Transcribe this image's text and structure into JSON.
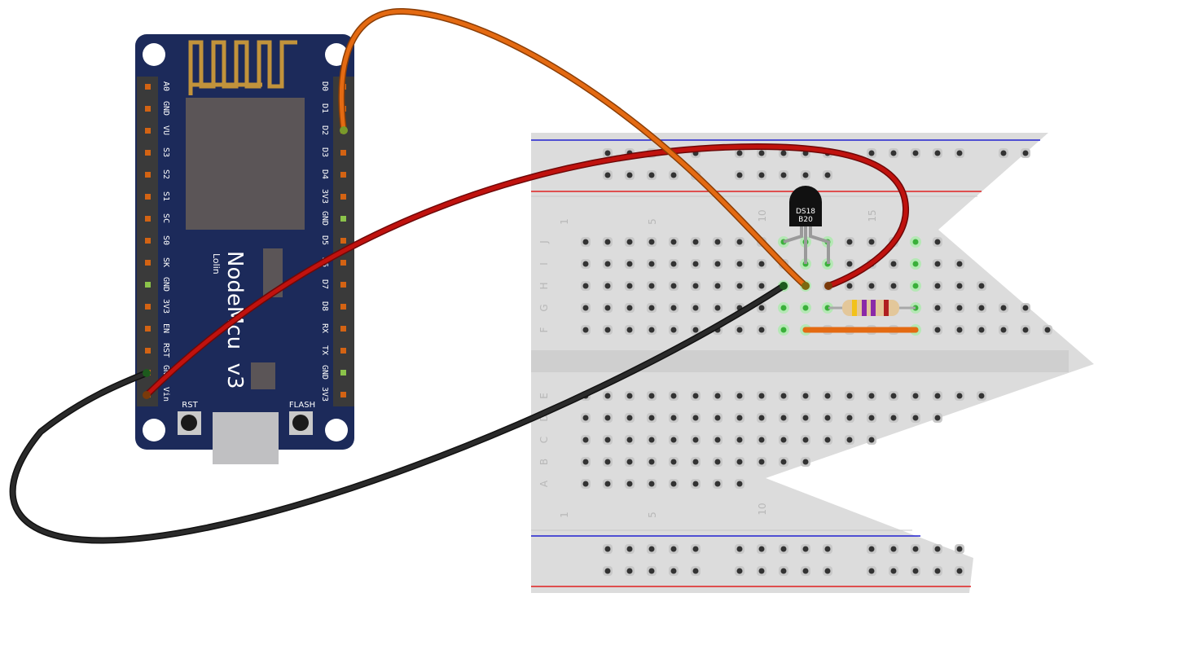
{
  "board": {
    "title": "NodeMcu  v3",
    "subtitle": "Lolin",
    "left_pins": [
      "A0",
      "GND",
      "VU",
      "S3",
      "S2",
      "S1",
      "SC",
      "S0",
      "SK",
      "GND",
      "3V3",
      "EN",
      "RST",
      "GND",
      "Vin"
    ],
    "right_pins": [
      "D0",
      "D1",
      "D2",
      "D3",
      "D4",
      "3V3",
      "GND",
      "D5",
      "D6",
      "D7",
      "D8",
      "RX",
      "TX",
      "GND",
      "3V3"
    ],
    "buttons": [
      "RST",
      "FLASH"
    ],
    "colors": {
      "pcb": "#1c2a5a",
      "antenna": "#c2933b",
      "chip": "#5b5557",
      "pin_header": "#3a3a3a",
      "pin": "#d36313",
      "usb": "#c0c0c2"
    }
  },
  "breadboard": {
    "top_column_numbers": [
      "1",
      "5",
      "10",
      "15"
    ],
    "bottom_column_numbers": [
      "1",
      "5",
      "10"
    ],
    "top_row_letters": [
      "J",
      "I",
      "H",
      "G",
      "F"
    ],
    "bottom_row_letters": [
      "E",
      "D",
      "C",
      "B",
      "A"
    ],
    "colors": {
      "body": "#dcdcdc",
      "rail_blue": "#2020d0",
      "rail_red": "#e02020",
      "hole": "#333333",
      "active_hole": "#3ab03a"
    }
  },
  "sensor": {
    "label_line1": "DS18",
    "label_line2": "B20",
    "colors": {
      "body": "#111111",
      "legs": "#9a9a9a"
    }
  },
  "resistor": {
    "bands": [
      "#f2c21a",
      "#8a2aa8",
      "#8a2aa8",
      "#b01f1f"
    ],
    "colors": {
      "body": "#e3c79a"
    }
  },
  "wires": [
    {
      "name": "orange",
      "color": "#e46a12"
    },
    {
      "name": "red",
      "color": "#c0120e"
    },
    {
      "name": "black",
      "color": "#2a2a2a"
    }
  ]
}
